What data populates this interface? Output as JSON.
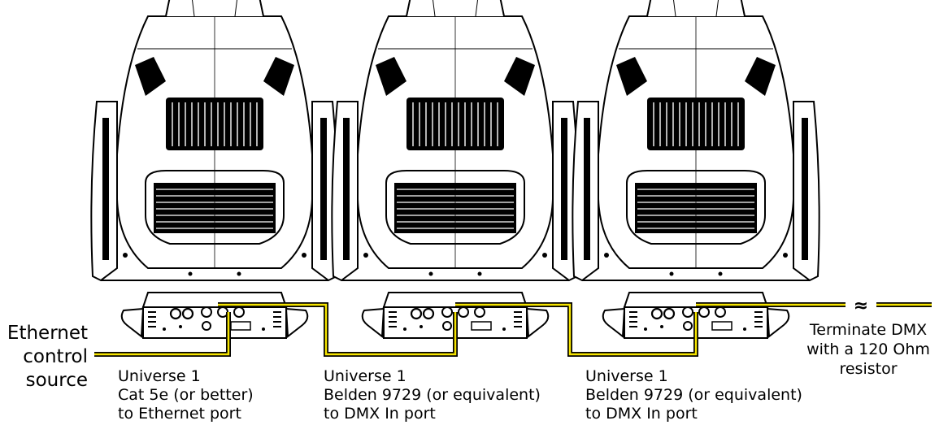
{
  "source_label": [
    "Ethernet",
    "control",
    "source"
  ],
  "termination_label": [
    "Terminate DMX",
    "with a 120 Ohm",
    "resistor"
  ],
  "break_symbol": "≈",
  "fixtures": [
    {
      "caption": [
        "Universe 1",
        "Cat 5e (or better)",
        "to Ethernet port"
      ]
    },
    {
      "caption": [
        "Universe 1",
        "Belden 9729 (or equivalent)",
        "to DMX In port"
      ]
    },
    {
      "caption": [
        "Universe 1",
        "Belden 9729 (or equivalent)",
        "to DMX In port"
      ]
    }
  ],
  "colors": {
    "cable_highlight": "#f5e400",
    "line": "#000000",
    "background": "#ffffff"
  }
}
